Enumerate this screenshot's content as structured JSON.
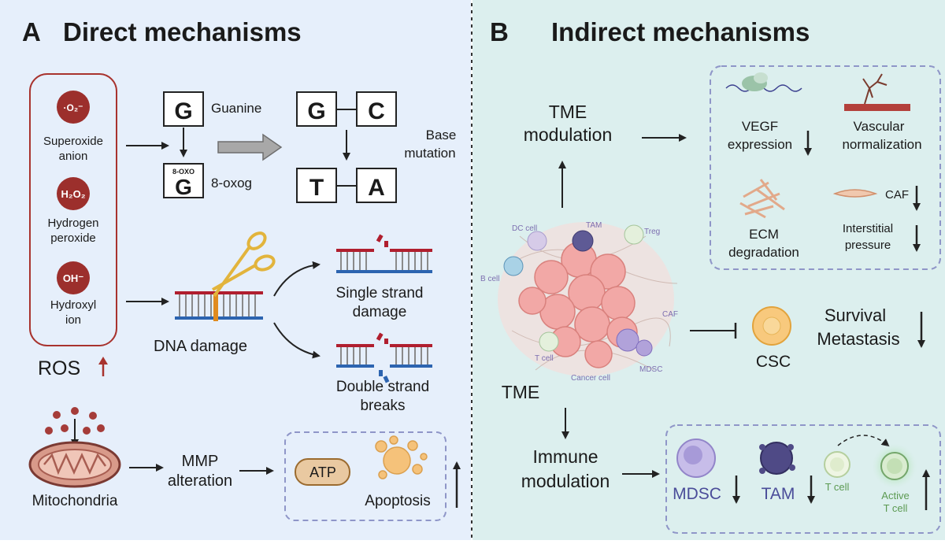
{
  "panel_a": {
    "letter": "A",
    "title": "Direct mechanisms",
    "ros": {
      "label": "ROS",
      "items": [
        {
          "symbol": "·O₂⁻",
          "name_line1": "Superoxide",
          "name_line2": "anion"
        },
        {
          "symbol": "H₂O₂",
          "name_line1": "Hydrogen",
          "name_line2": "peroxide"
        },
        {
          "symbol": "OH⁻",
          "name_line1": "Hydroxyl",
          "name_line2": "ion"
        }
      ]
    },
    "guanine": {
      "letter": "G",
      "label": "Guanine"
    },
    "oxog": {
      "tag": "8-OXO",
      "letter": "G",
      "label": "8-oxog"
    },
    "pairs": {
      "g": "G",
      "c": "C",
      "t": "T",
      "a": "A"
    },
    "base_mutation": {
      "line1": "Base",
      "line2": "mutation"
    },
    "dna_damage": "DNA damage",
    "single_strand": {
      "line1": "Single strand",
      "line2": "damage"
    },
    "double_strand": {
      "line1": "Double strand",
      "line2": "breaks"
    },
    "mitochondria": "Mitochondria",
    "mmp": {
      "line1": "MMP",
      "line2": "alteration"
    },
    "atp": "ATP",
    "apoptosis": "Apoptosis"
  },
  "panel_b": {
    "letter": "B",
    "title": "Indirect mechanisms",
    "tme_modulation": {
      "line1": "TME",
      "line2": "modulation"
    },
    "vegf": {
      "line1": "VEGF",
      "line2": "expression"
    },
    "vascular": {
      "line1": "Vascular",
      "line2": "normalization"
    },
    "caf": "CAF",
    "ecm": {
      "line1": "ECM",
      "line2": "degradation"
    },
    "interstitial": {
      "line1": "Interstitial",
      "line2": "pressure"
    },
    "tme": "TME",
    "cluster_labels": {
      "dc": "DC cell",
      "tam": "TAM",
      "treg": "Treg",
      "b": "B cell",
      "caf": "CAF",
      "t": "T cell",
      "mdsc": "MDSC",
      "cancer": "Cancer cell"
    },
    "csc": "CSC",
    "survival": "Survival",
    "metastasis": "Metastasis",
    "immune_modulation": {
      "line1": "Immune",
      "line2": "modulation"
    },
    "immune_cells": {
      "mdsc": "MDSC",
      "tam": "TAM",
      "tcell": "T cell",
      "active_line1": "Active",
      "active_line2": "T cell"
    }
  },
  "colors": {
    "panel_a_bg": "#e6effb",
    "panel_b_bg": "#dcefee",
    "ros_red": "#a8332e",
    "dashed_box": "#8f96c8",
    "arrow": "#222222"
  }
}
